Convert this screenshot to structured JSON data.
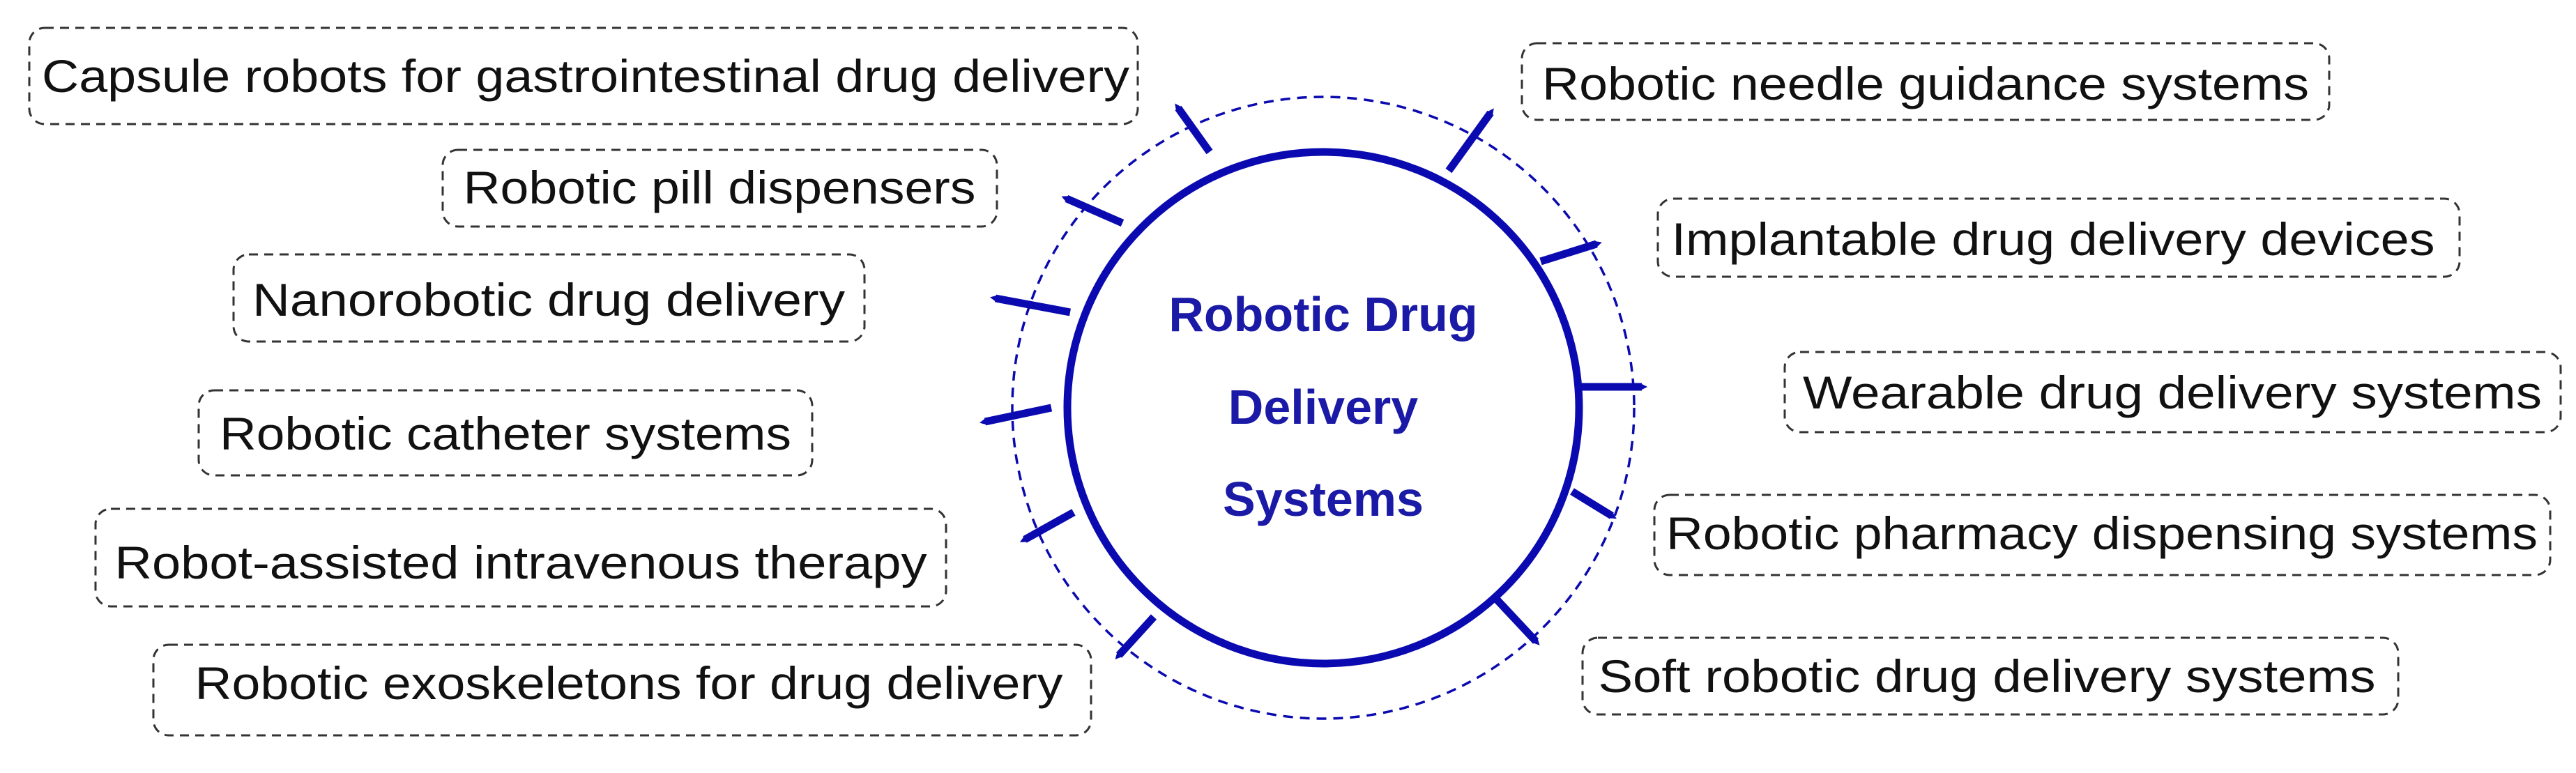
{
  "diagram": {
    "center": {
      "lines": [
        "Robotic Drug",
        "Delivery",
        "Systems"
      ]
    },
    "colors": {
      "accent": "#0a0ab0",
      "node_border": "#333333",
      "node_text": "#111111"
    },
    "left_nodes": [
      "Capsule robots for gastrointestinal drug delivery",
      "Robotic pill dispensers",
      "Nanorobotic drug delivery",
      "Robotic catheter systems",
      "Robot-assisted intravenous therapy",
      "Robotic exoskeletons for drug delivery"
    ],
    "right_nodes": [
      "Robotic needle guidance systems",
      "Implantable drug delivery devices",
      "Wearable drug delivery systems",
      "Robotic pharmacy dispensing systems",
      "Soft robotic drug delivery systems"
    ]
  }
}
